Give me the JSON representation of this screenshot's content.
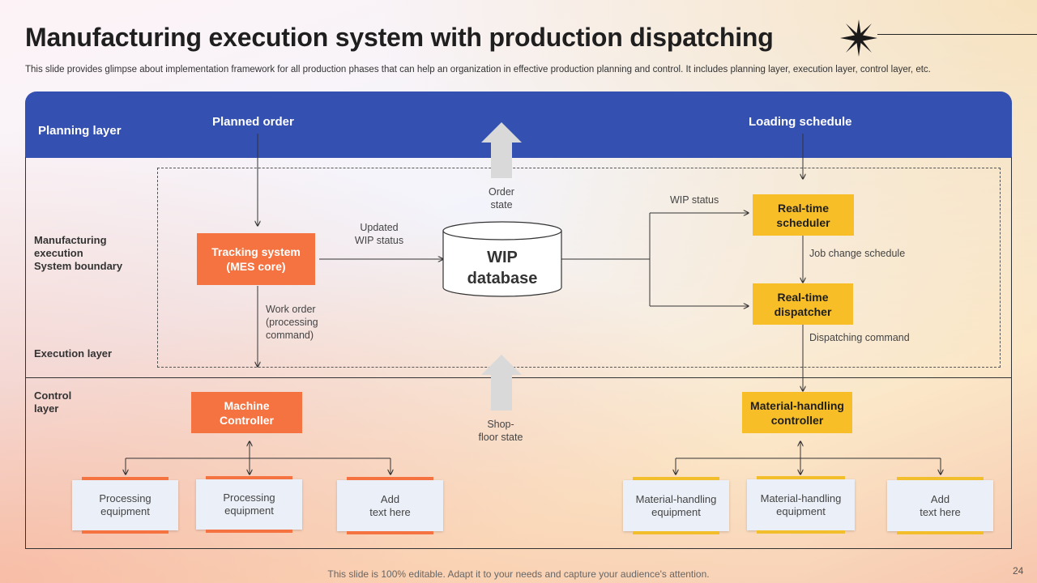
{
  "header": {
    "title": "Manufacturing execution system with production dispatching",
    "subtitle": "This slide provides glimpse about implementation framework for all production phases that can help an organization in effective production planning and control. It includes planning layer, execution layer, control layer, etc."
  },
  "layers": {
    "planning": "Planning layer",
    "mes_boundary": "Manufacturing\nexecution\nSystem boundary",
    "execution": "Execution  layer",
    "control": "Control\nlayer"
  },
  "band_labels": {
    "planned_order": "Planned order",
    "loading_schedule": "Loading schedule"
  },
  "nodes": {
    "tracking": "Tracking system\n(MES core)",
    "scheduler": "Real-time\nscheduler",
    "dispatcher": "Real-time\ndispatcher",
    "machine_controller": "Machine\nController",
    "mh_controller": "Material-handling\ncontroller",
    "wip_db": "WIP\ndatabase"
  },
  "edge_labels": {
    "order_state": "Order\nstate",
    "updated_wip": "Updated\nWIP status",
    "wip_status": "WIP status",
    "job_change": "Job change schedule",
    "work_order": "Work order\n(processing\ncommand)",
    "dispatching_command": "Dispatching command",
    "shop_floor": "Shop-\nfloor state"
  },
  "equipment": [
    "Processing\nequipment",
    "Processing\nequipment",
    "Add\ntext here",
    "Material-handling\nequipment",
    "Material-handling\nequipment",
    "Add\ntext here"
  ],
  "footer": {
    "note": "This slide is 100% editable. Adapt it to your needs and capture your audience's attention.",
    "page": "24"
  },
  "colors": {
    "band": "#3450b0",
    "orange": "#f47340",
    "yellow": "#f7be28",
    "card": "#ebf0f8"
  }
}
